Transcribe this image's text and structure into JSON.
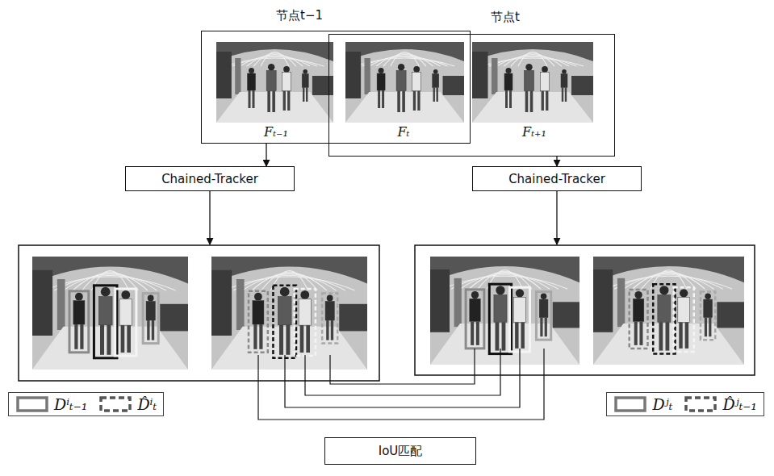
{
  "diagram": {
    "nodes": [
      {
        "text": [
          "节点t−1"
        ]
      },
      {
        "text": [
          "节点t"
        ]
      },
      {
        "text": [
          "Chained-Tracker"
        ]
      },
      {
        "text": [
          "Chained-Tracker"
        ]
      },
      {
        "text": [
          "IoU匹配"
        ]
      }
    ],
    "edges": [
      {
        "from": 0,
        "to": 2,
        "arrow": "to"
      },
      {
        "from": 1,
        "to": 3,
        "arrow": "to"
      }
    ],
    "labels": [
      "Fₜ₋₁",
      "Fₜ",
      "Fₜ₊₁"
    ],
    "legend": [
      {
        "text": "Dⁱₜ₋₁"
      },
      {
        "text": "D̂ⁱₜ"
      },
      {
        "text": "Dʲₜ"
      },
      {
        "text": "D̂ʲₜ₋₁"
      }
    ]
  }
}
